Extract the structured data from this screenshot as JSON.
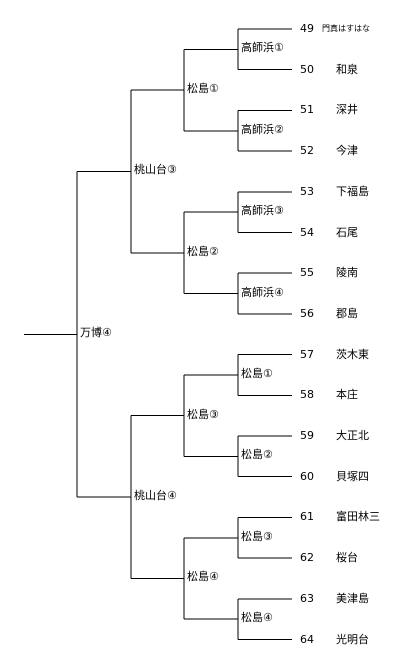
{
  "teams": [
    {
      "num": "49",
      "name": "門真はすはな"
    },
    {
      "num": "50",
      "name": "和泉"
    },
    {
      "num": "51",
      "name": "深井"
    },
    {
      "num": "52",
      "name": "今津"
    },
    {
      "num": "53",
      "name": "下福島"
    },
    {
      "num": "54",
      "name": "石尾"
    },
    {
      "num": "55",
      "name": "陵南"
    },
    {
      "num": "56",
      "name": "郡島"
    },
    {
      "num": "57",
      "name": "茨木東"
    },
    {
      "num": "58",
      "name": "本庄"
    },
    {
      "num": "59",
      "name": "大正北"
    },
    {
      "num": "60",
      "name": "貝塚四"
    },
    {
      "num": "61",
      "name": "富田林三"
    },
    {
      "num": "62",
      "name": "桜台"
    },
    {
      "num": "63",
      "name": "美津島"
    },
    {
      "num": "64",
      "name": "光明台"
    }
  ],
  "round1": [
    "高師浜①",
    "高師浜②",
    "高師浜③",
    "高師浜④",
    "松島①",
    "松島②",
    "松島③",
    "松島④"
  ],
  "round2": [
    "松島①",
    "松島②",
    "松島③",
    "松島④"
  ],
  "round3": [
    "桃山台③",
    "桃山台④"
  ],
  "final": "万博④"
}
